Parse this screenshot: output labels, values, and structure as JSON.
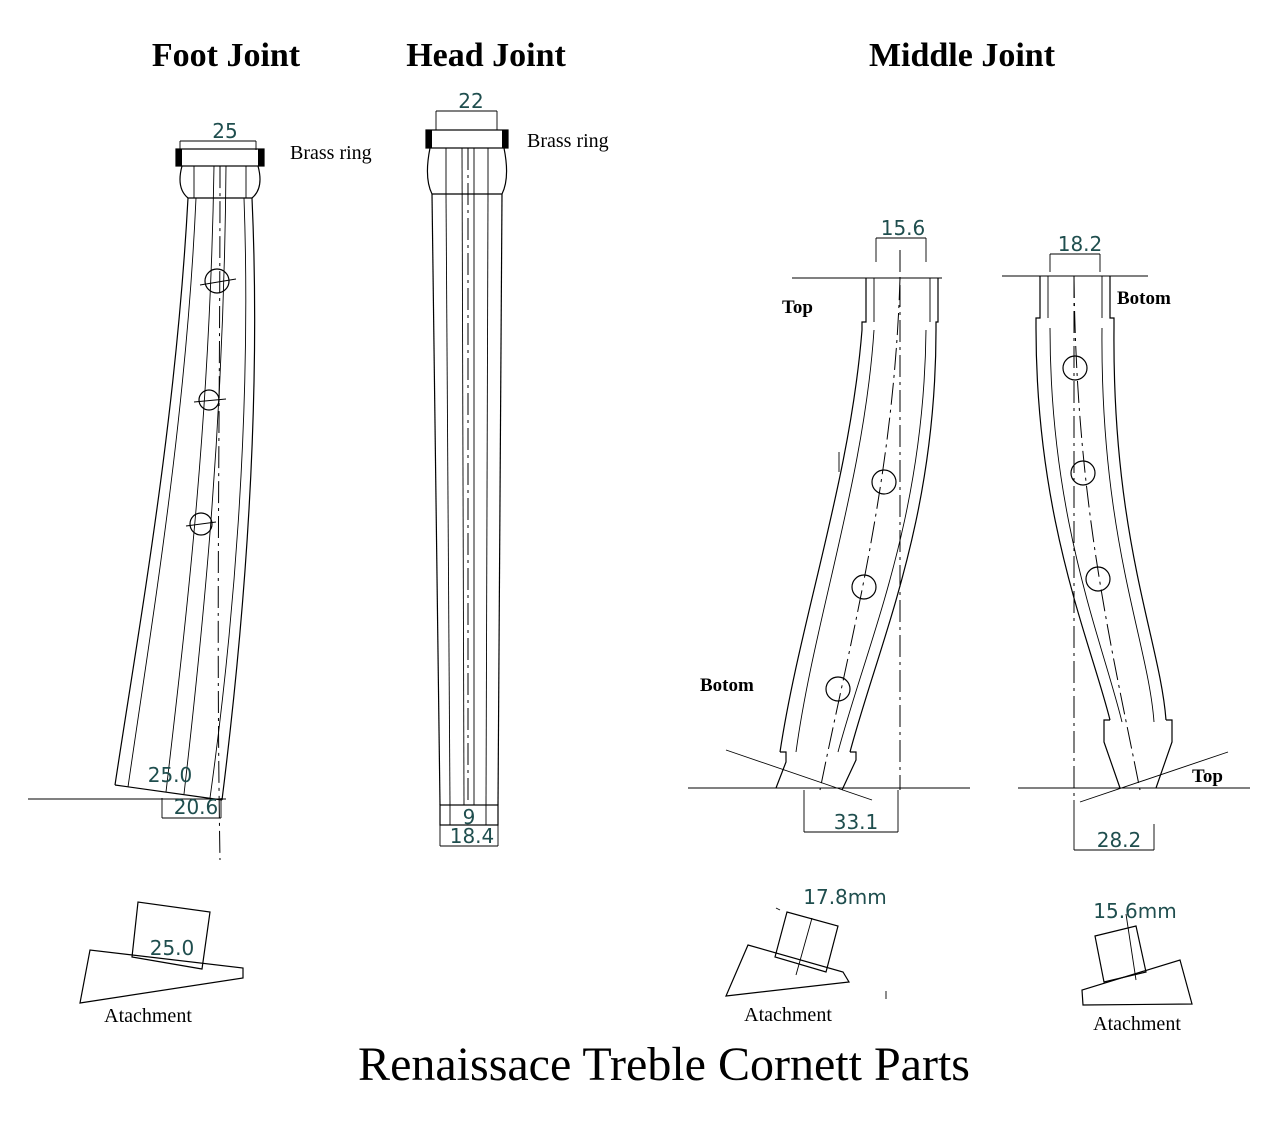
{
  "titles": {
    "foot_joint": "Foot Joint",
    "head_joint": "Head Joint",
    "middle_joint": "Middle Joint",
    "main": "Renaissace Treble Cornett Parts"
  },
  "labels": {
    "brass_ring_foot": "Brass ring",
    "brass_ring_head": "Brass ring",
    "top_left": "Top",
    "botom_left": "Botom",
    "botom_right": "Botom",
    "top_right": "Top",
    "attachment_foot": "Atachment",
    "attachment_mid_left": "Atachment",
    "attachment_mid_right": "Atachment"
  },
  "dimensions": {
    "foot_top": "25",
    "foot_bottom_outer": "25.0",
    "foot_bottom_inner": "20.6",
    "foot_attachment": "25.0",
    "head_top": "22",
    "head_bore": "9",
    "head_bottom": "18.4",
    "mid_left_top": "15.6",
    "mid_left_bottom": "33.1",
    "mid_left_attachment": "17.8mm",
    "mid_right_top": "18.2",
    "mid_right_bottom": "28.2",
    "mid_right_attachment": "15.6mm"
  }
}
